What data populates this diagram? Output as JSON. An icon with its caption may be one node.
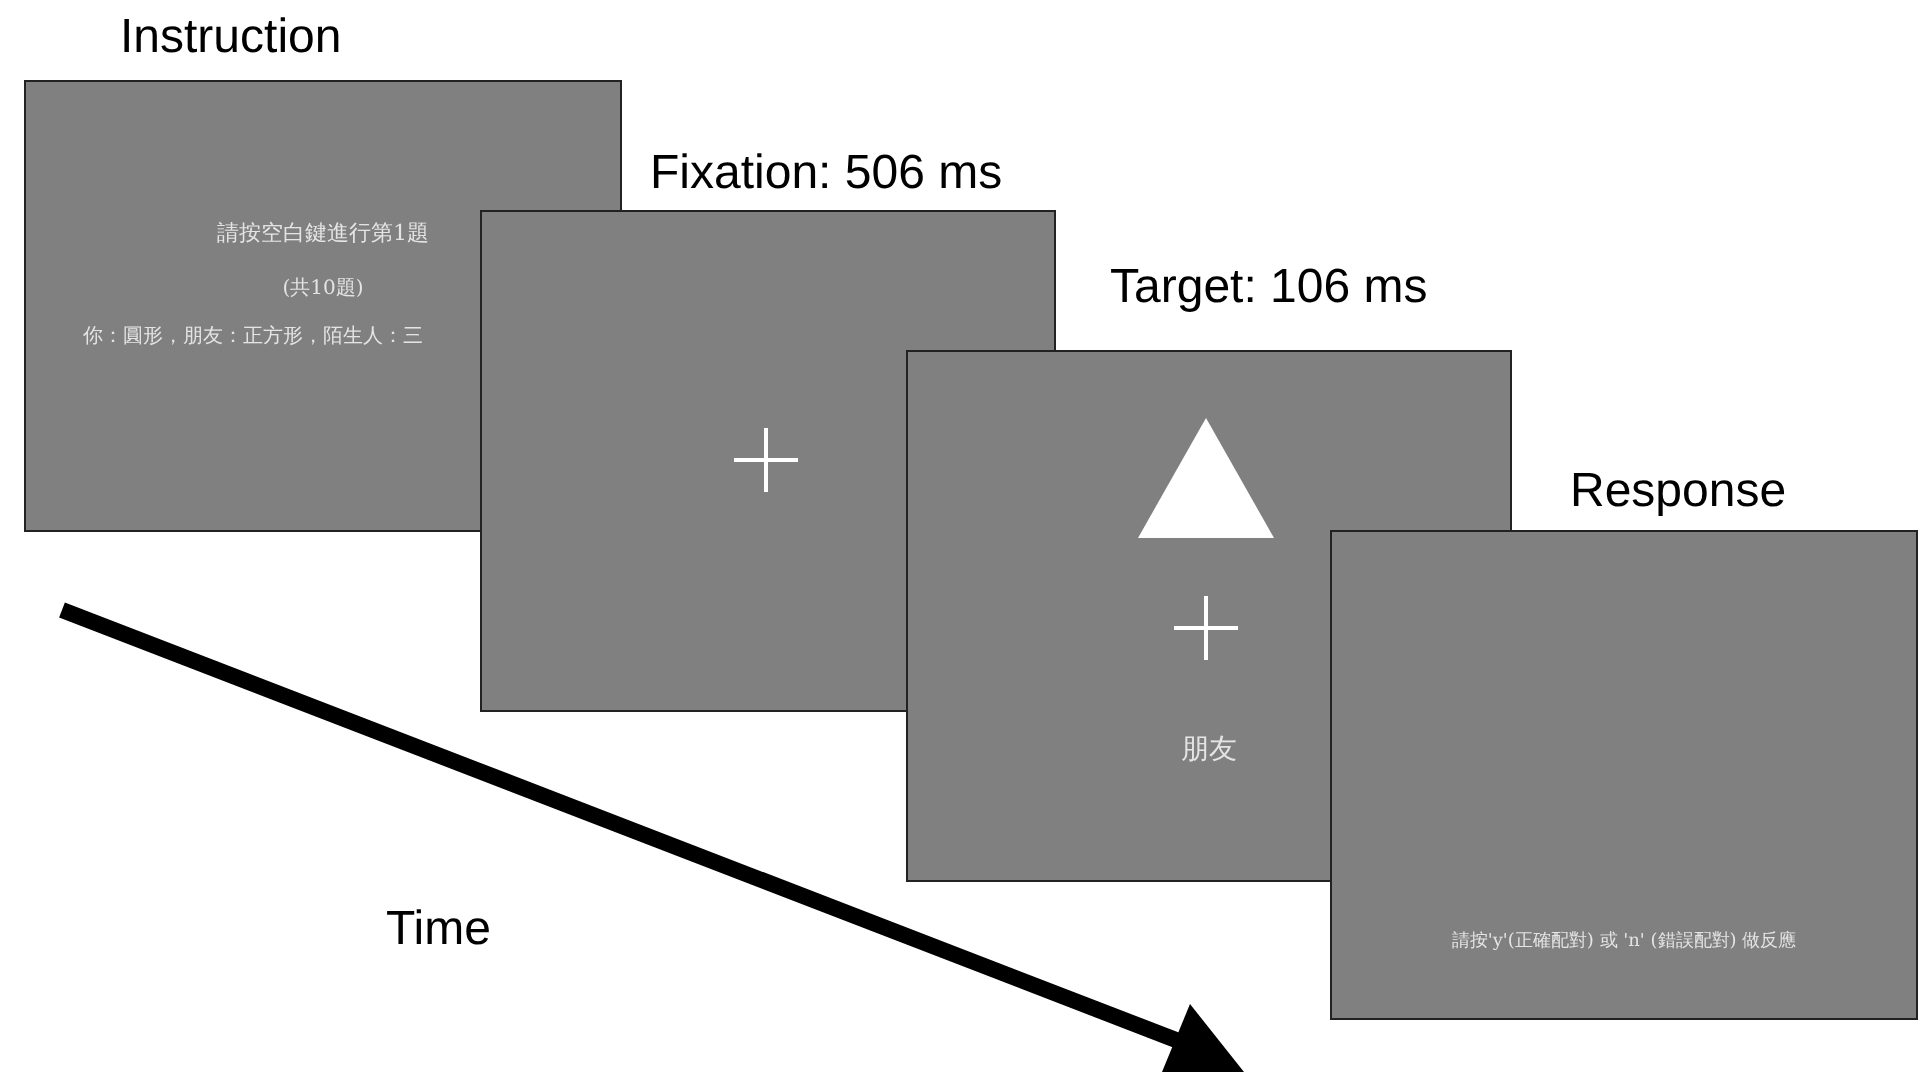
{
  "diagram": {
    "nodes": [
      {
        "text": [
          "Instruction",
          "請按空白鍵進行第1題",
          "(共10題)",
          "你：圓形，朋友：正方形，陌生人：三"
        ]
      },
      {
        "text": [
          "Fixation: 506 ms"
        ]
      },
      {
        "text": [
          "Target: 106 ms",
          "朋友"
        ]
      },
      {
        "text": [
          "Response",
          "請按'y'(正確配對) 或 'n' (錯誤配對) 做反應"
        ]
      }
    ],
    "labels": [
      "Time"
    ]
  }
}
